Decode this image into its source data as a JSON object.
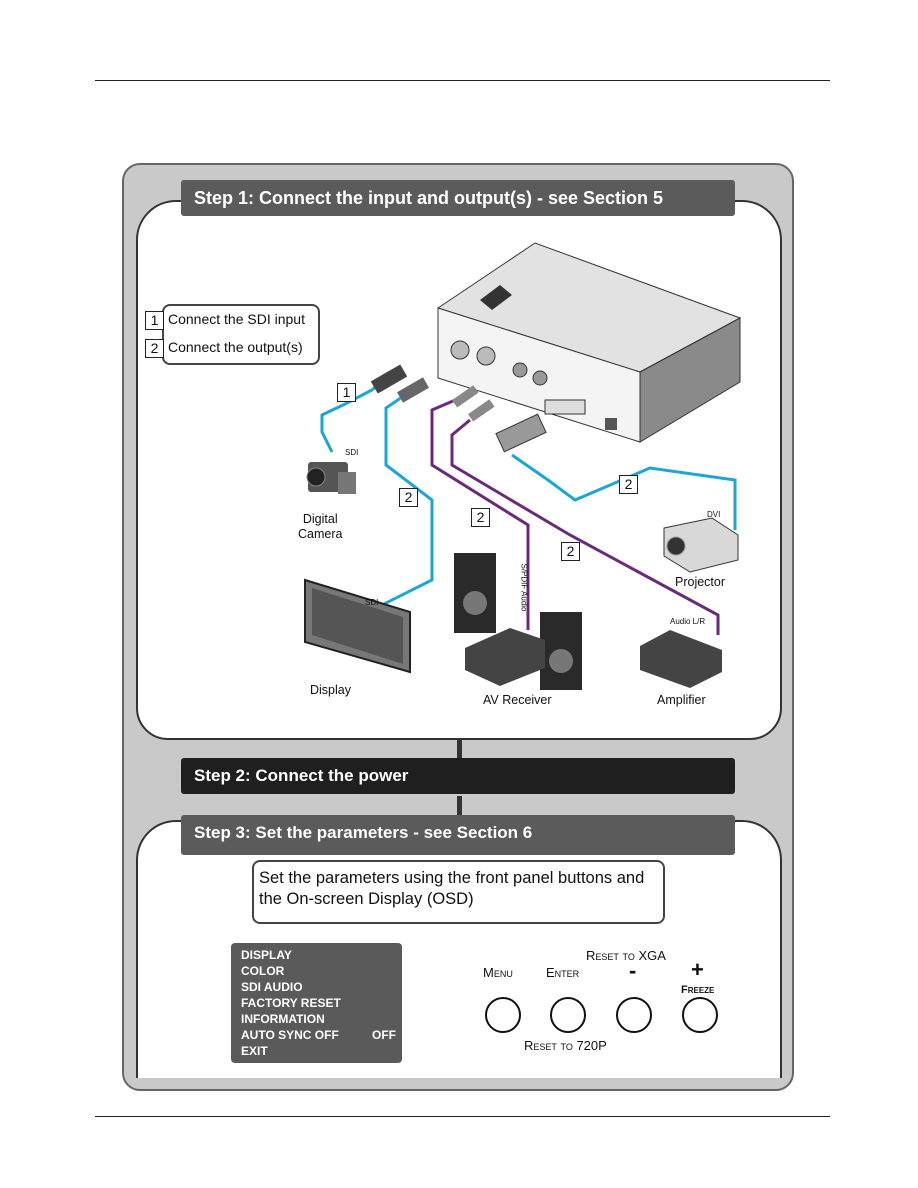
{
  "step1": {
    "title": "Step 1: Connect the input and output(s) - see Section 5",
    "legend": [
      {
        "num": "1",
        "text": "Connect the SDI input"
      },
      {
        "num": "2",
        "text": "Connect the output(s)"
      }
    ],
    "markers": {
      "one": "1",
      "two": "2"
    },
    "devices": {
      "camera": "Digital\nCamera",
      "display": "Display",
      "av_receiver": "AV Receiver",
      "amplifier": "Amplifier",
      "projector": "Projector"
    },
    "cable_labels": {
      "sdi_in": "SDI",
      "sdi_out": "SDI",
      "dvi": "DVI",
      "spdif": "S/PDIF Audio",
      "audio_lr": "Audio L/R"
    },
    "colors": {
      "sdi_cable": "#1aa6d9",
      "audio_cable": "#6a2a7a"
    }
  },
  "step2": {
    "title": "Step 2: Connect the power"
  },
  "step3": {
    "title": "Step 3: Set the parameters - see Section 6",
    "note": "Set the parameters using the front panel buttons and the On-screen Display (OSD)",
    "osd_menu": [
      {
        "label": "DISPLAY",
        "value": ""
      },
      {
        "label": "COLOR",
        "value": ""
      },
      {
        "label": "SDI AUDIO",
        "value": ""
      },
      {
        "label": "FACTORY RESET",
        "value": ""
      },
      {
        "label": "INFORMATION",
        "value": ""
      },
      {
        "label": "AUTO SYNC OFF",
        "value": "OFF"
      },
      {
        "label": "EXIT",
        "value": ""
      }
    ],
    "buttons": {
      "menu": "Menu",
      "enter": "Enter",
      "minus": "-",
      "plus": "+",
      "freeze": "Freeze",
      "reset_xga": "Reset to XGA",
      "reset_720p": "Reset to 720P"
    }
  }
}
